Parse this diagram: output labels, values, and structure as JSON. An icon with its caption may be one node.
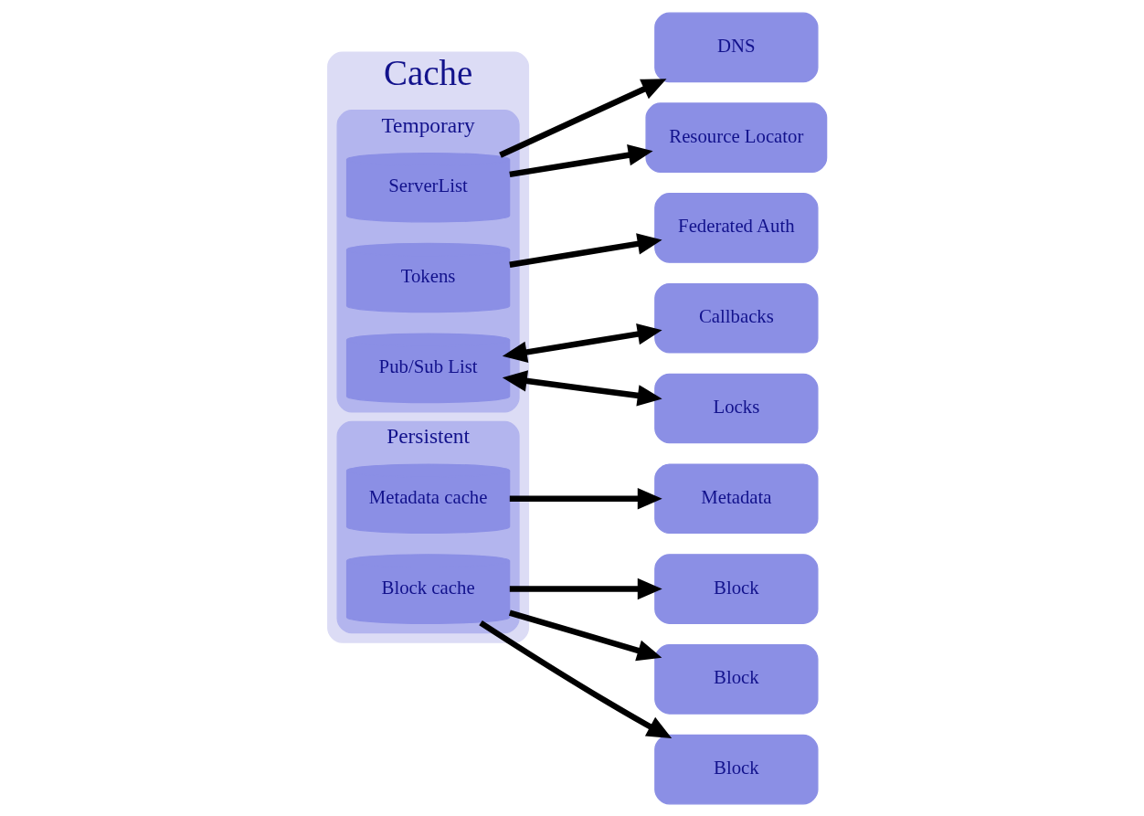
{
  "diagram": {
    "nodes": [
      {
        "text": [
          "Cache"
        ]
      },
      {
        "text": [
          "Temporary"
        ],
        "in": 0
      },
      {
        "text": [
          "ServerList"
        ],
        "in": 1
      },
      {
        "text": [
          "Tokens"
        ],
        "in": 1
      },
      {
        "text": [
          "Pub/Sub List"
        ],
        "in": 1
      },
      {
        "text": [
          "Persistent"
        ],
        "in": 0
      },
      {
        "text": [
          "Metadata cache"
        ],
        "in": 5
      },
      {
        "text": [
          "Block cache"
        ],
        "in": 5
      },
      {
        "text": [
          "DNS"
        ]
      },
      {
        "text": [
          "Resource Locator"
        ]
      },
      {
        "text": [
          "Federated Auth"
        ]
      },
      {
        "text": [
          "Callbacks"
        ]
      },
      {
        "text": [
          "Locks"
        ]
      },
      {
        "text": [
          "Metadata"
        ]
      },
      {
        "text": [
          "Block"
        ]
      },
      {
        "text": [
          "Block"
        ]
      },
      {
        "text": [
          "Block"
        ]
      }
    ],
    "edges": [
      {
        "from": 2,
        "to": 8,
        "arrow": "to"
      },
      {
        "from": 2,
        "to": 9,
        "arrow": "to"
      },
      {
        "from": 3,
        "to": 10,
        "arrow": "to"
      },
      {
        "from": 4,
        "to": 11,
        "arrow": "both"
      },
      {
        "from": 4,
        "to": 12,
        "arrow": "both"
      },
      {
        "from": 6,
        "to": 13,
        "arrow": "to"
      },
      {
        "from": 7,
        "to": 14,
        "arrow": "to"
      },
      {
        "from": 7,
        "to": 15,
        "arrow": "to"
      },
      {
        "from": 7,
        "to": 16,
        "arrow": "to"
      }
    ]
  }
}
